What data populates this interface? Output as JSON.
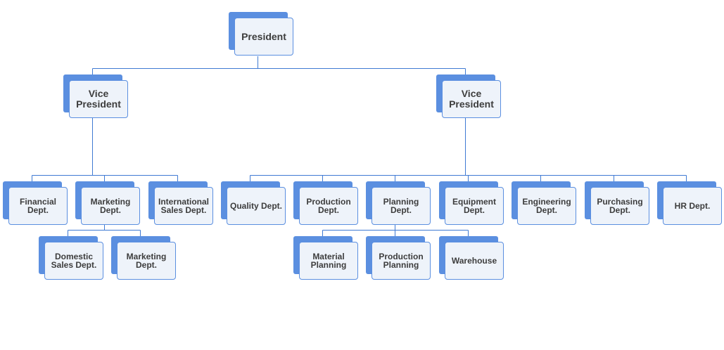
{
  "colors": {
    "node_back": "#5b8fe0",
    "node_front": "#eef3fa",
    "node_border": "#5b8fe0",
    "connector": "#3f7ad3",
    "text": "#3d3d3d"
  },
  "nodes": {
    "president": "President",
    "vp_left": "Vice\nPresident",
    "vp_right": "Vice\nPresident",
    "financial": "Financial\nDept.",
    "marketing": "Marketing\nDept.",
    "international_sales": "International\nSales Dept.",
    "domestic_sales": "Domestic\nSales Dept.",
    "marketing_sub": "Marketing\nDept.",
    "quality": "Quality Dept.",
    "production": "Production\nDept.",
    "planning": "Planning\nDept.",
    "equipment": "Equipment\nDept.",
    "engineering": "Engineering\nDept.",
    "purchasing": "Purchasing\nDept.",
    "hr": "HR Dept.",
    "material_planning": "Material\nPlanning",
    "production_planning": "Production\nPlanning",
    "warehouse": "Warehouse"
  }
}
